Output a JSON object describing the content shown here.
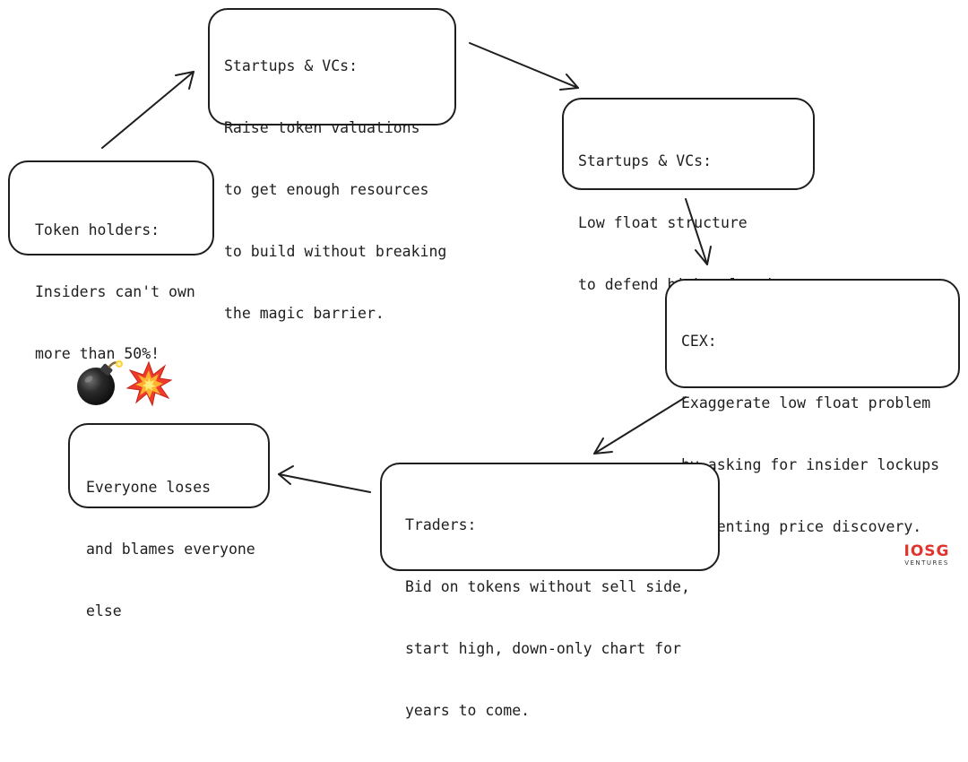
{
  "nodes": [
    {
      "id": "n1",
      "lines": [
        "Startups & VCs:",
        "Raise token valuations",
        "to get enough resources",
        "to build without breaking",
        "the magic barrier."
      ]
    },
    {
      "id": "n2",
      "lines": [
        "Startups & VCs:",
        "Low float structure",
        "to defend high valuation."
      ]
    },
    {
      "id": "n3",
      "lines": [
        "CEX:",
        "Exaggerate low float problem",
        "by asking for insider lockups",
        "preventing price discovery."
      ]
    },
    {
      "id": "n4",
      "lines": [
        "Traders:",
        "Bid on tokens without sell side,",
        "start high, down-only chart for",
        "years to come."
      ]
    },
    {
      "id": "n5",
      "lines": [
        "Everyone loses",
        "and blames everyone",
        "else"
      ]
    },
    {
      "id": "n6",
      "lines": [
        "Token holders:",
        "Insiders can't own",
        "more than 50%!"
      ]
    }
  ],
  "edges": [
    {
      "from": "n6",
      "to": "n1"
    },
    {
      "from": "n1",
      "to": "n2"
    },
    {
      "from": "n2",
      "to": "n3"
    },
    {
      "from": "n3",
      "to": "n4"
    },
    {
      "from": "n4",
      "to": "n5"
    }
  ],
  "icons": [
    "bomb-icon",
    "explosion-icon"
  ],
  "logo": {
    "mark": "IOSG",
    "sub": "VENTURES"
  },
  "colors": {
    "stroke": "#1e1e1e",
    "logo_red": "#e0342c"
  }
}
